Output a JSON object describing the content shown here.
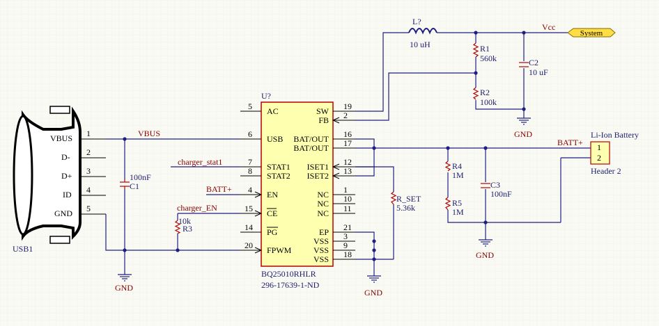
{
  "ic": {
    "designator": "U?",
    "part_number": "BQ25010RHLR",
    "order_code": "296-17639-1-ND",
    "left_pins": [
      {
        "num": "5",
        "name": "AC"
      },
      {
        "num": "6",
        "name": "USB"
      },
      {
        "num": "7",
        "name": "STAT1"
      },
      {
        "num": "8",
        "name": "STAT2"
      },
      {
        "num": "4",
        "name": "EN"
      },
      {
        "num": "15",
        "name": "CE"
      },
      {
        "num": "14",
        "name": "PG"
      },
      {
        "num": "20",
        "name": "FPWM"
      }
    ],
    "right_pins": [
      {
        "num": "19",
        "name": "SW"
      },
      {
        "num": "2",
        "name": "FB"
      },
      {
        "num": "16",
        "name": "BAT/OUT"
      },
      {
        "num": "17",
        "name": "BAT/OUT"
      },
      {
        "num": "12",
        "name": "ISET1"
      },
      {
        "num": "13",
        "name": "ISET2"
      },
      {
        "num": "1",
        "name": "NC"
      },
      {
        "num": "10",
        "name": "NC"
      },
      {
        "num": "11",
        "name": "NC"
      },
      {
        "num": "21",
        "name": "EP"
      },
      {
        "num": "3",
        "name": "VSS"
      },
      {
        "num": "9",
        "name": "VSS"
      },
      {
        "num": "18",
        "name": "VSS"
      }
    ]
  },
  "usb": {
    "designator": "USB1",
    "pins": [
      {
        "num": "1",
        "name": "VBUS"
      },
      {
        "num": "2",
        "name": "D-"
      },
      {
        "num": "3",
        "name": "D+"
      },
      {
        "num": "4",
        "name": "ID"
      },
      {
        "num": "5",
        "name": "GND"
      }
    ]
  },
  "components": {
    "L": {
      "designator": "L?",
      "value": "10 uH"
    },
    "R1": {
      "designator": "R1",
      "value": "560k"
    },
    "R2": {
      "designator": "R2",
      "value": "100k"
    },
    "C2": {
      "designator": "C2",
      "value": "10 uF"
    },
    "C1": {
      "designator": "C1",
      "value": "100nF"
    },
    "R3": {
      "designator": "R3",
      "value": "10k"
    },
    "R_SET": {
      "designator": "R_SET",
      "value": "5.36k"
    },
    "R4": {
      "designator": "R4",
      "value": "1M"
    },
    "R5": {
      "designator": "R5",
      "value": "1M"
    },
    "C3": {
      "designator": "C3",
      "value": "100nF"
    }
  },
  "nets": {
    "vbus": "VBUS",
    "vcc": "Vcc",
    "system_port": "System",
    "charger_stat1": "charger_stat1",
    "charger_en": "charger_EN",
    "batt_en": "BATT+",
    "batt_header": "BATT+",
    "gnd": "GND"
  },
  "header": {
    "title": "Li-Ion Battery",
    "name": "Header 2",
    "pin1": "1",
    "pin2": "2"
  },
  "colors": {
    "wire": "#1e1e82",
    "part_outline": "#b40000",
    "ic_fill": "#ffffb0",
    "port_fill": "#ffdd44",
    "background": "#fafaf4"
  }
}
